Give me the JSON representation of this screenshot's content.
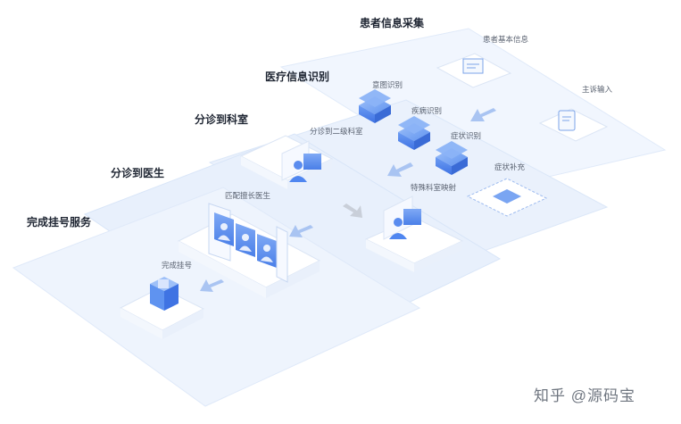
{
  "layers": [
    {
      "title": "患者信息采集",
      "nodes": [
        "患者基本信息",
        "主诉输入"
      ]
    },
    {
      "title": "医疗信息识别",
      "nodes": [
        "意图识别",
        "疾病识别",
        "症状识别",
        "症状补充"
      ]
    },
    {
      "title": "分诊到科室",
      "nodes": [
        "分诊到二级科室",
        "特殊科室映射"
      ]
    },
    {
      "title": "分诊到医生",
      "nodes": [
        "匹配擅长医生"
      ]
    },
    {
      "title": "完成挂号服务",
      "nodes": [
        "完成挂号"
      ]
    }
  ],
  "watermark": "知乎 @源码宝",
  "colors": {
    "plane_light": "#eef4fd",
    "plane_mid": "#e3edfb",
    "accent_blue": "#4f86f0",
    "arrow_blue": "#a9c4f2",
    "title_text": "#1f2633",
    "node_text": "#5a6270"
  }
}
